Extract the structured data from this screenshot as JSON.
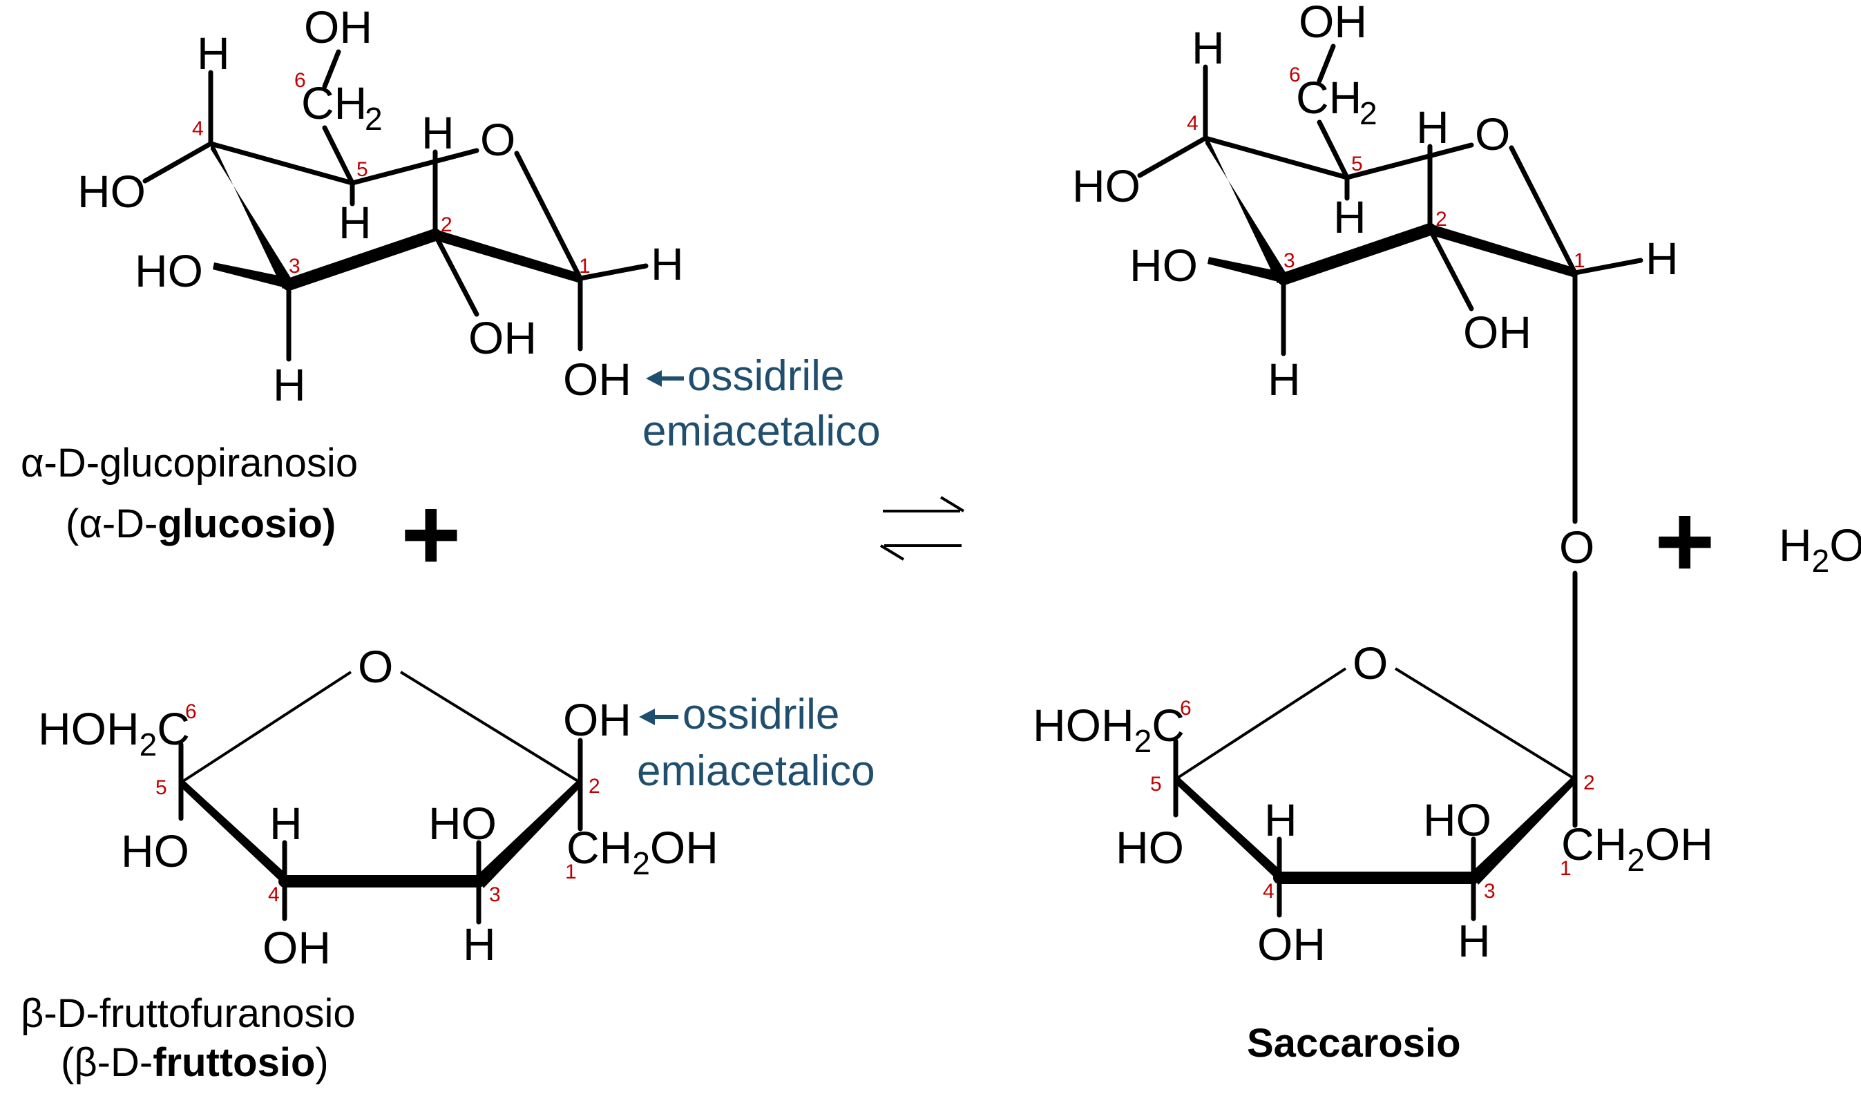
{
  "glucose": {
    "atoms": {
      "oh6": "OH",
      "ch": "CH",
      "ch_sub": "2",
      "h4": "H",
      "h2top": "H",
      "o_ring": "O",
      "ho4": "HO",
      "h5": "H",
      "ho3": "HO",
      "h1": "H",
      "oh2": "OH",
      "h3": "H",
      "oh1": "OH"
    },
    "numbers": {
      "c6": "6",
      "c4": "4",
      "c5": "5",
      "c2": "2",
      "c3": "3",
      "c1": "1"
    },
    "caption_line1": "α-D-glucopiranosio",
    "caption_line2_prefix": "(α-D-",
    "caption_line2_bold": "glucosio)"
  },
  "fructose": {
    "atoms": {
      "o_ring": "O",
      "hoh2c_a": "HOH",
      "hoh2c_sub": "2",
      "hoh2c_b": "C",
      "oh2": "OH",
      "ho5": "HO",
      "h4": "H",
      "ho3": "HO",
      "ch2oh_a": "CH",
      "ch2oh_sub": "2",
      "ch2oh_b": "OH",
      "oh4": "OH",
      "h3": "H"
    },
    "numbers": {
      "c6": "6",
      "c5": "5",
      "c2": "2",
      "c4": "4",
      "c3": "3",
      "c1": "1"
    },
    "caption_line1": "β-D-fruttofuranosio",
    "caption_line2_prefix": "(β-D-",
    "caption_line2_bold": "fruttosio",
    "caption_line2_suffix": ")"
  },
  "notes": {
    "glucose_line1": "ossidrile",
    "glucose_line2": "emiacetalico",
    "fructose_line1": "ossidrile",
    "fructose_line2": "emiacetalico"
  },
  "plus": "+",
  "equilibrium_arrows": "⇄",
  "sucrose": {
    "glucose_atoms": {
      "oh6": "OH",
      "ch": "CH",
      "ch_sub": "2",
      "h4": "H",
      "h2top": "H",
      "o_ring": "O",
      "ho4": "HO",
      "h5": "H",
      "ho3": "HO",
      "h1": "H",
      "oh2": "OH",
      "h3": "H"
    },
    "glucose_numbers": {
      "c6": "6",
      "c4": "4",
      "c5": "5",
      "c2": "2",
      "c3": "3",
      "c1": "1"
    },
    "bridge_o": "O",
    "fructose_atoms": {
      "o_ring": "O",
      "hoh2c_a": "HOH",
      "hoh2c_sub": "2",
      "hoh2c_b": "C",
      "ho5": "HO",
      "h4": "H",
      "ho3": "HO",
      "ch2oh_a": "CH",
      "ch2oh_sub": "2",
      "ch2oh_b": "OH",
      "oh4": "OH",
      "h3": "H"
    },
    "fructose_numbers": {
      "c6": "6",
      "c5": "5",
      "c2": "2",
      "c4": "4",
      "c3": "3",
      "c1": "1"
    },
    "caption": "Saccarosio"
  },
  "water": {
    "h": "H",
    "sub": "2",
    "o": "O"
  },
  "colors": {
    "note": "#1f4e6e",
    "carbon_number": "#c00000",
    "ink": "#000000"
  }
}
